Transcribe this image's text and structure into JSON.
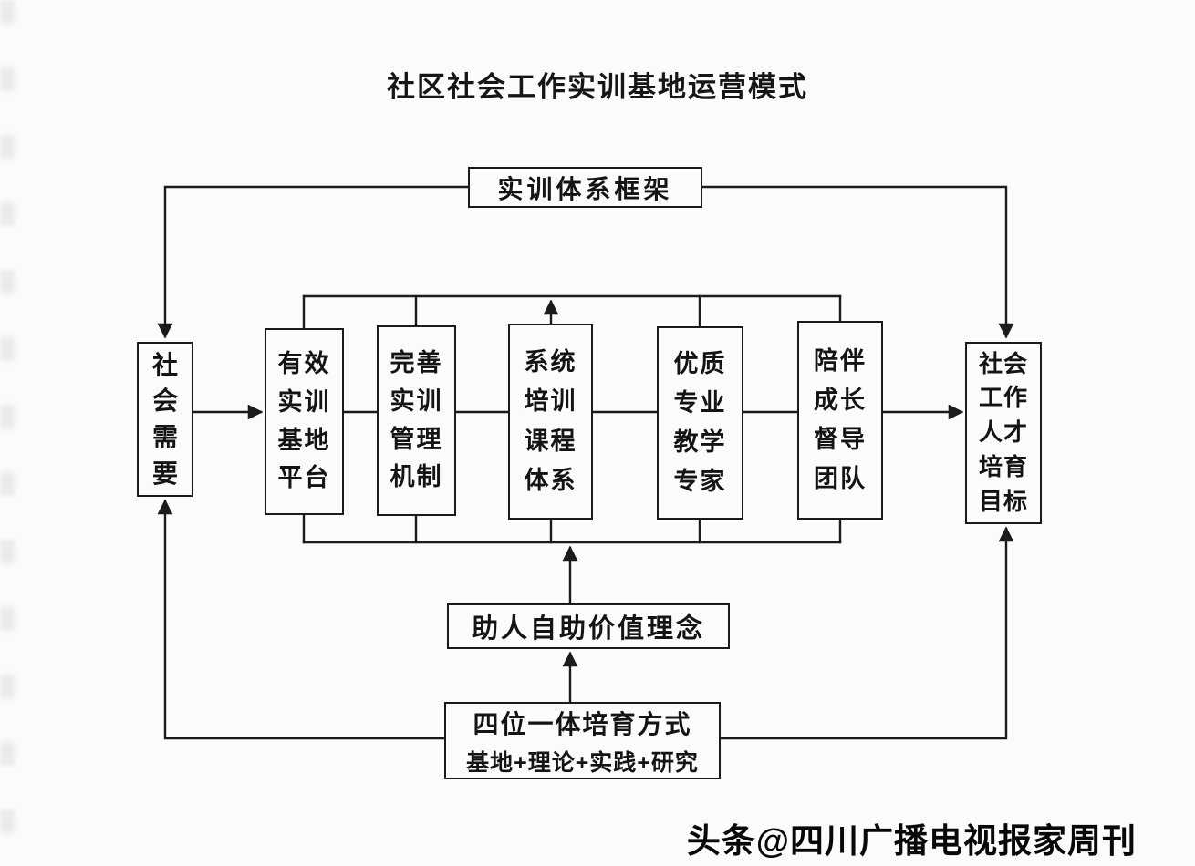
{
  "title": "社区社会工作实训基地运营模式",
  "diagram": {
    "framework": "实训体系框架",
    "social_needs": "社\n会\n需\n要",
    "nodes": [
      {
        "label": "有效\n实训\n基地\n平台"
      },
      {
        "label": "完善\n实训\n管理\n机制"
      },
      {
        "label": "系统\n培训\n课程\n体系"
      },
      {
        "label": "优质\n专业\n教学\n专家"
      },
      {
        "label": "陪伴\n成长\n督导\n团队"
      }
    ],
    "talent_goal": "社会\n工作\n人才\n培育\n目标",
    "values": "助人自助价值理念",
    "method_line1": "四位一体培育方式",
    "method_line2": "基地+理论+实践+研究"
  },
  "watermark": "头条@四川广播电视报家周刊",
  "colors": {
    "line": "#1b1b1b",
    "background": "#fbfbfb",
    "text": "#141414"
  }
}
